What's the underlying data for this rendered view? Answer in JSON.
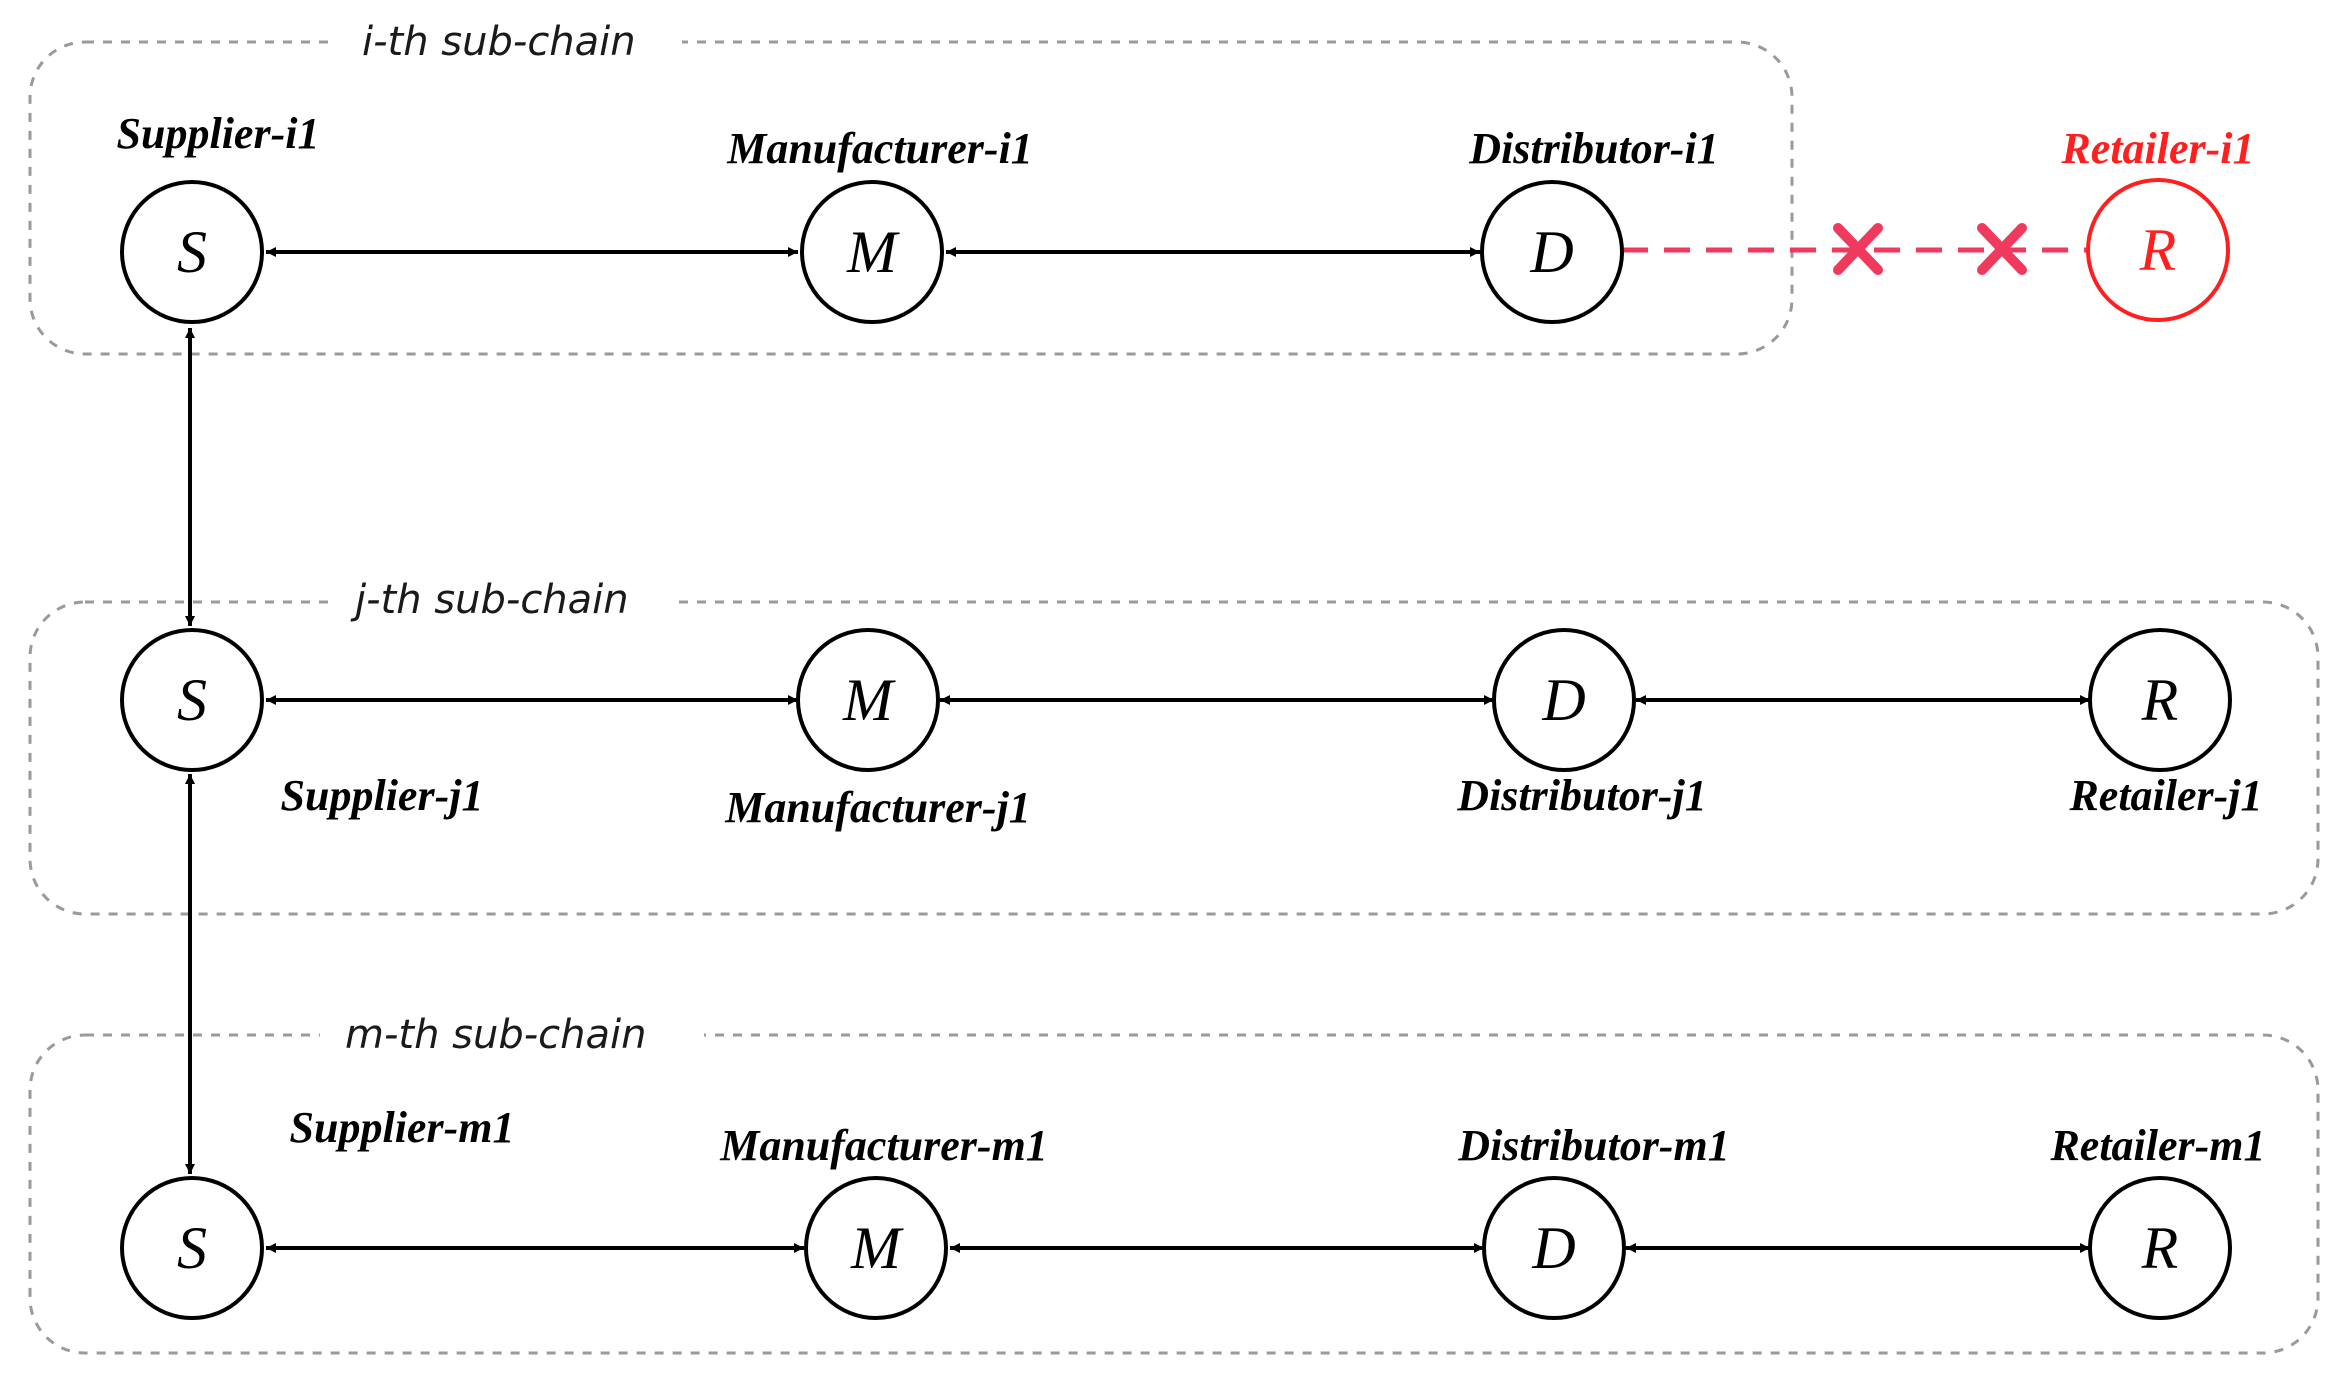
{
  "colors": {
    "normal": "#000000",
    "disconnected": "#ff1f1f",
    "broken_link": "#ef3a5d",
    "group_border": "#9a9a9a"
  },
  "groups": [
    {
      "id": "i",
      "label": "i-th sub-chain"
    },
    {
      "id": "j",
      "label": "j-th sub-chain"
    },
    {
      "id": "m",
      "label": "m-th sub-chain"
    }
  ],
  "nodes": {
    "i": [
      {
        "letter": "S",
        "name": "Supplier-i1"
      },
      {
        "letter": "M",
        "name": "Manufacturer-i1"
      },
      {
        "letter": "D",
        "name": "Distributor-i1"
      },
      {
        "letter": "R",
        "name": "Retailer-i1",
        "state": "disconnected"
      }
    ],
    "j": [
      {
        "letter": "S",
        "name": "Supplier-j1"
      },
      {
        "letter": "M",
        "name": "Manufacturer-j1"
      },
      {
        "letter": "D",
        "name": "Distributor-j1"
      },
      {
        "letter": "R",
        "name": "Retailer-j1"
      }
    ],
    "m": [
      {
        "letter": "S",
        "name": "Supplier-m1"
      },
      {
        "letter": "M",
        "name": "Manufacturer-m1"
      },
      {
        "letter": "D",
        "name": "Distributor-m1"
      },
      {
        "letter": "R",
        "name": "Retailer-m1"
      }
    ]
  },
  "links": [
    {
      "from": "Supplier-i1",
      "to": "Manufacturer-i1",
      "type": "bidirectional"
    },
    {
      "from": "Manufacturer-i1",
      "to": "Distributor-i1",
      "type": "bidirectional"
    },
    {
      "from": "Distributor-i1",
      "to": "Retailer-i1",
      "type": "broken"
    },
    {
      "from": "Supplier-j1",
      "to": "Manufacturer-j1",
      "type": "bidirectional"
    },
    {
      "from": "Manufacturer-j1",
      "to": "Distributor-j1",
      "type": "bidirectional"
    },
    {
      "from": "Distributor-j1",
      "to": "Retailer-j1",
      "type": "bidirectional"
    },
    {
      "from": "Supplier-m1",
      "to": "Manufacturer-m1",
      "type": "bidirectional"
    },
    {
      "from": "Manufacturer-m1",
      "to": "Distributor-m1",
      "type": "bidirectional"
    },
    {
      "from": "Distributor-m1",
      "to": "Retailer-m1",
      "type": "bidirectional"
    },
    {
      "from": "Supplier-i1",
      "to": "Supplier-j1",
      "type": "bidirectional"
    },
    {
      "from": "Supplier-j1",
      "to": "Supplier-m1",
      "type": "bidirectional"
    }
  ]
}
